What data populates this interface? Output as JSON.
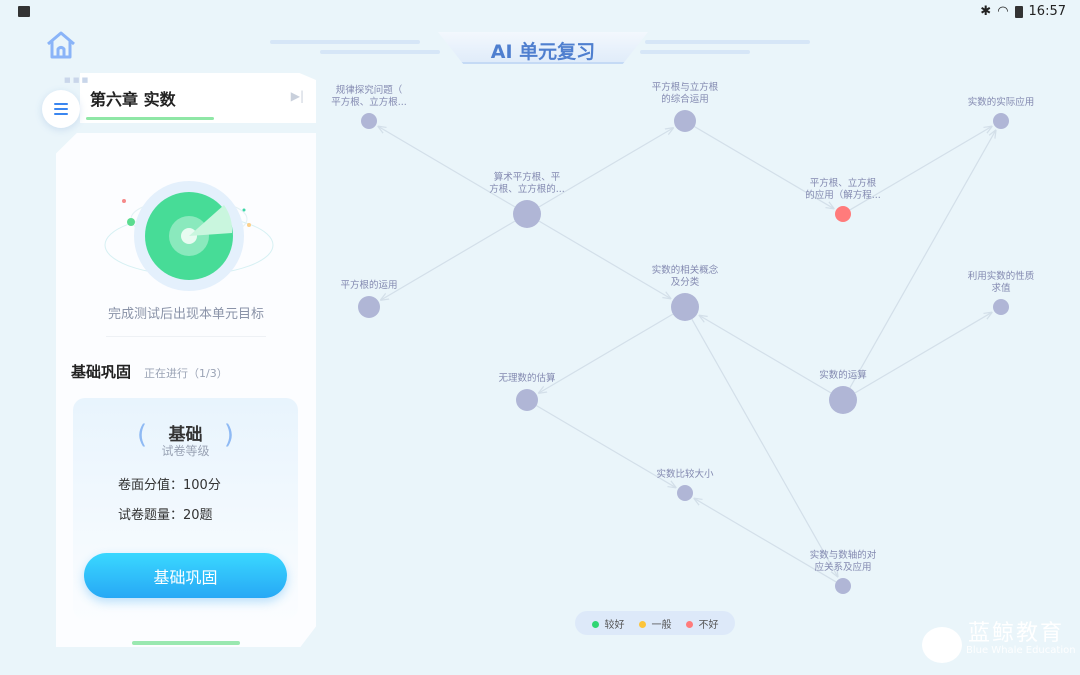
{
  "status_bar": {
    "time": "16:57"
  },
  "header": {
    "title": "AI 单元复习"
  },
  "chapter": {
    "title": "第六章 实数"
  },
  "panel": {
    "goal_text": "完成测试后出现本单元目标",
    "stage_title": "基础巩固",
    "stage_status": "正在进行（1/3）",
    "level": "基础",
    "level_caption": "试卷等级",
    "score_label": "卷面分值：",
    "score_value": "100分",
    "count_label": "试卷题量：",
    "count_value": "20题",
    "start_button": "基础巩固"
  },
  "colors": {
    "good": "#2fd673",
    "medium": "#fcc43a",
    "poor": "#ff7b7b",
    "unknown": "#b0b6d6",
    "edge": "#d3dfe9"
  },
  "graph": {
    "nodes": [
      {
        "id": 0,
        "lines": [
          "规律探究问题（",
          "平方根、立方根..."
        ],
        "status": "unknown",
        "weight": 1
      },
      {
        "id": 1,
        "lines": [
          "平方根与立方根",
          "的综合运用"
        ],
        "status": "unknown",
        "weight": 2
      },
      {
        "id": 2,
        "lines": [
          "实数的实际应用"
        ],
        "status": "unknown",
        "weight": 1
      },
      {
        "id": 3,
        "lines": [
          "算术平方根、平",
          "方根、立方根的..."
        ],
        "status": "unknown",
        "weight": 3
      },
      {
        "id": 4,
        "lines": [
          "平方根、立方根",
          "的应用（解方程..."
        ],
        "status": "poor",
        "weight": 1
      },
      {
        "id": 5,
        "lines": [
          "平方根的运用"
        ],
        "status": "unknown",
        "weight": 2
      },
      {
        "id": 6,
        "lines": [
          "实数的相关概念",
          "及分类"
        ],
        "status": "unknown",
        "weight": 3
      },
      {
        "id": 7,
        "lines": [
          "利用实数的性质",
          "求值"
        ],
        "status": "unknown",
        "weight": 1
      },
      {
        "id": 8,
        "lines": [
          "无理数的估算"
        ],
        "status": "unknown",
        "weight": 2
      },
      {
        "id": 9,
        "lines": [
          "实数的运算"
        ],
        "status": "unknown",
        "weight": 3
      },
      {
        "id": 10,
        "lines": [
          "实数比较大小"
        ],
        "status": "unknown",
        "weight": 1
      },
      {
        "id": 11,
        "lines": [
          "实数与数轴的对",
          "应关系及应用"
        ],
        "status": "unknown",
        "weight": 1
      }
    ],
    "edges": [
      [
        3,
        0
      ],
      [
        3,
        1
      ],
      [
        3,
        5
      ],
      [
        3,
        6
      ],
      [
        1,
        4
      ],
      [
        4,
        2
      ],
      [
        9,
        2
      ],
      [
        9,
        7
      ],
      [
        9,
        6
      ],
      [
        6,
        8
      ],
      [
        6,
        11
      ],
      [
        8,
        10
      ],
      [
        11,
        10
      ]
    ]
  },
  "legend": [
    {
      "label": "较好",
      "status": "good"
    },
    {
      "label": "一般",
      "status": "medium"
    },
    {
      "label": "不好",
      "status": "poor"
    }
  ],
  "logo": {
    "cn": "蓝鲸教育",
    "en": "Blue Whale Education"
  }
}
